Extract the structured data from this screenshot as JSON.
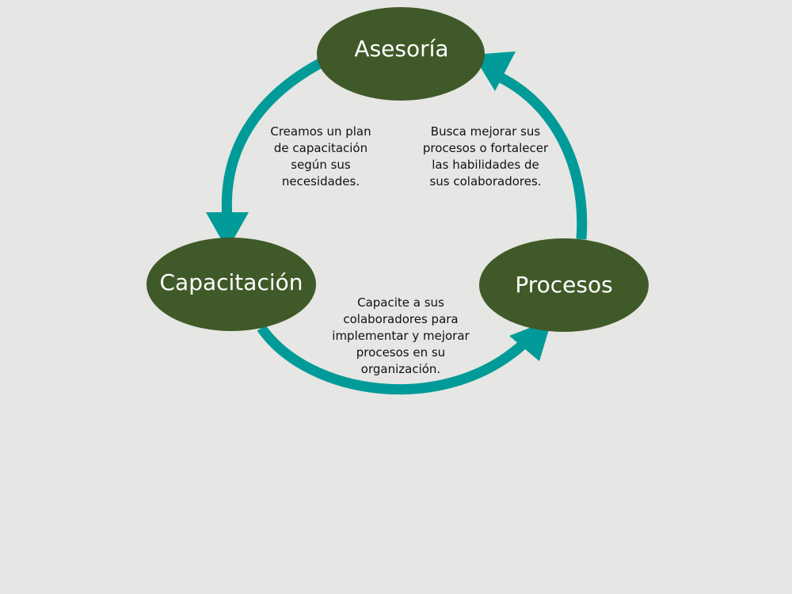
{
  "colors": {
    "background": "#e6e6e4",
    "node_fill": "#3f5a28",
    "arrow": "#009b98",
    "node_text": "#ffffff",
    "description_text": "#111111"
  },
  "nodes": {
    "asesoria": "Asesoría",
    "capacitacion": "Capacitación",
    "procesos": "Procesos"
  },
  "descriptions": {
    "asesoria_to_capacitacion": "Creamos un plan\nde capacitación\nsegún sus\nnecesidades.",
    "procesos_to_asesoria": "Busca mejorar sus\nprocesos o fortalecer\nlas habilidades de\nsus colaboradores.",
    "capacitacion_to_procesos": "Capacite a sus\ncolaboradores para\nimplementar y mejorar\nprocesos en su\norganización."
  }
}
